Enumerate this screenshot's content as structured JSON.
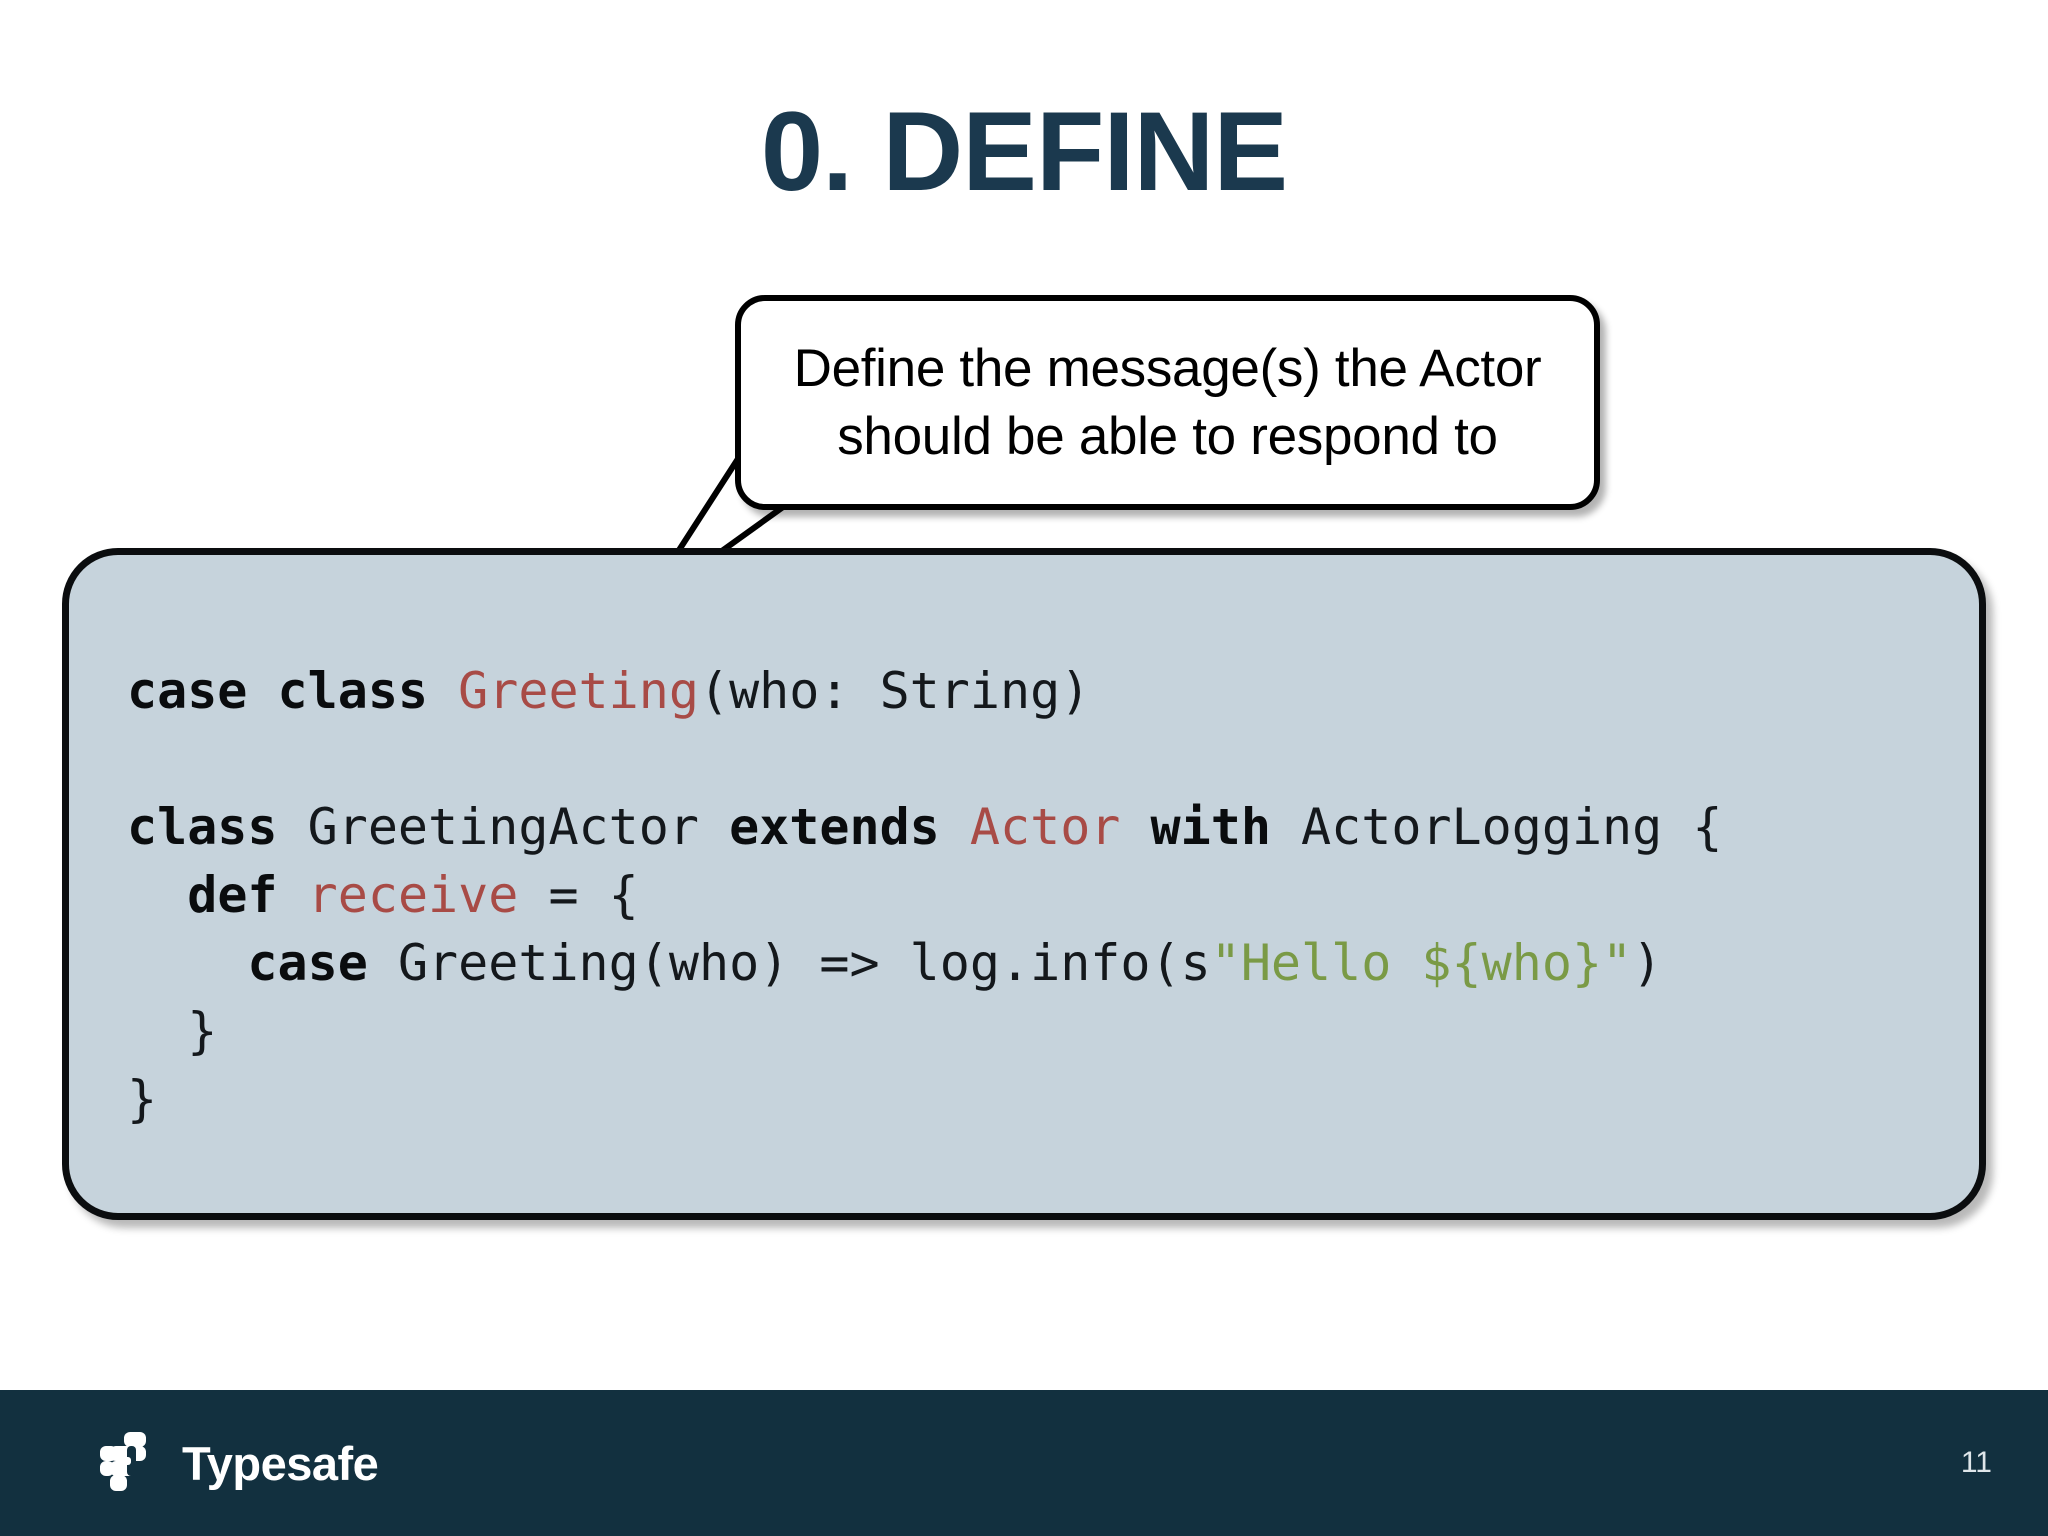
{
  "slide": {
    "title": "0. DEFINE",
    "background_color": "#ffffff",
    "title_color": "#1b394e"
  },
  "callout": {
    "name": "annotation-callout",
    "text": "Define the message(s) the Actor should be able to respond to",
    "line1": "Define the message(s) the Actor",
    "line2": "should be able to respond to",
    "fill_color": "#ffffff",
    "border_color": "#000000",
    "points_to": "code-panel"
  },
  "code_panel": {
    "language": "scala",
    "fill_color": "#c6d3dc",
    "border_color": "#0b0d0f",
    "keyword_color": "#0a0c0e",
    "type_color": "#a84b46",
    "string_color": "#7a9a46",
    "plain_color": "#14181c",
    "full_text": "case class Greeting(who: String)\n\nclass GreetingActor extends Actor with ActorLogging {\n  def receive = {\n    case Greeting(who) => log.info(s\"Hello ${who}\")\n  }\n}",
    "lines": [
      {
        "index": 1,
        "tokens": [
          {
            "t": "case class ",
            "k": "kw"
          },
          {
            "t": "Greeting",
            "k": "type"
          },
          {
            "t": "(who: String)",
            "k": "pl"
          }
        ]
      },
      {
        "index": 2,
        "tokens": []
      },
      {
        "index": 3,
        "tokens": [
          {
            "t": "class ",
            "k": "kw"
          },
          {
            "t": "GreetingActor ",
            "k": "pl"
          },
          {
            "t": "extends ",
            "k": "kw"
          },
          {
            "t": "Actor ",
            "k": "type"
          },
          {
            "t": "with ",
            "k": "kw"
          },
          {
            "t": "ActorLogging {",
            "k": "pl"
          }
        ]
      },
      {
        "index": 4,
        "tokens": [
          {
            "t": "  ",
            "k": "pl"
          },
          {
            "t": "def ",
            "k": "kw"
          },
          {
            "t": "receive",
            "k": "type"
          },
          {
            "t": " = {",
            "k": "pl"
          }
        ]
      },
      {
        "index": 5,
        "tokens": [
          {
            "t": "    ",
            "k": "pl"
          },
          {
            "t": "case ",
            "k": "kw"
          },
          {
            "t": "Greeting(who) => log.info(s",
            "k": "pl"
          },
          {
            "t": "\"Hello ${who}\"",
            "k": "str"
          },
          {
            "t": ")",
            "k": "pl"
          }
        ]
      },
      {
        "index": 6,
        "tokens": [
          {
            "t": "  }",
            "k": "pl"
          }
        ]
      },
      {
        "index": 7,
        "tokens": [
          {
            "t": "}",
            "k": "pl"
          }
        ]
      }
    ]
  },
  "footer": {
    "brand_name": "Typesafe",
    "logo_icon": "typesafe-blocks-logo",
    "page_number": "11",
    "background_color": "#12303f",
    "text_color": "#ffffff"
  }
}
